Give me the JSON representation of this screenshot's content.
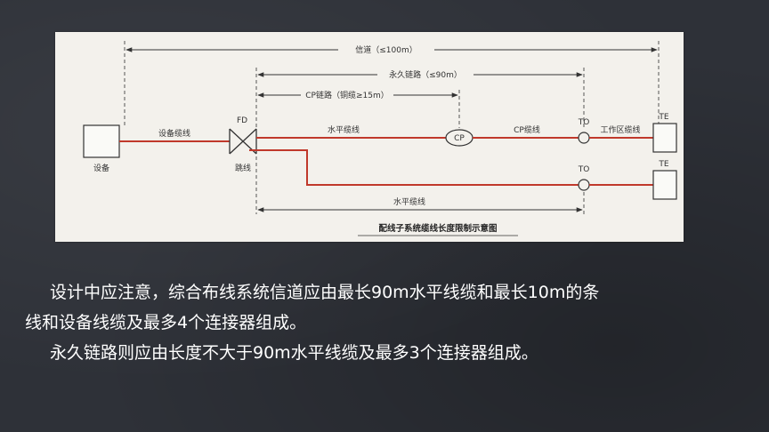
{
  "diagram": {
    "labels": {
      "channel": "信道（≤100m）",
      "permanent_link": "永久链路（≤90m）",
      "cp_link": "CP链路（铜缆≥15m）",
      "fd": "FD",
      "device": "设备",
      "device_cable": "设备缆线",
      "patch": "跳线",
      "horizontal_cable_top": "水平缆线",
      "cp": "CP",
      "cp_cable": "CP缆线",
      "to_top": "TO",
      "work_area_cable": "工作区缆线",
      "te_top": "TE",
      "to_bottom": "TO",
      "te_bottom": "TE",
      "horizontal_cable_bottom": "水平缆线",
      "caption": "配线子系统缆线长度限制示意图"
    },
    "colors": {
      "cable": "#c0392b",
      "panel": "#f3f1ec"
    }
  },
  "text": {
    "line1": "设计中应注意，综合布线系统信道应由最长90m水平线缆和最长10m的条",
    "line2": "线和设备线缆及最多4个连接器组成。",
    "line3": "永久链路则应由长度不大于90m水平线缆及最多3个连接器组成。"
  }
}
